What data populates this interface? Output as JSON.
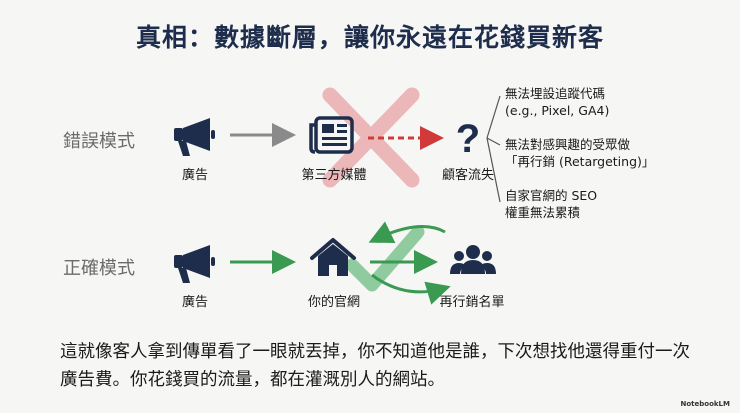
{
  "title": "真相：數據斷層，讓你永遠在花錢買新客",
  "wrong_mode": {
    "label": "錯誤模式",
    "nodes": [
      {
        "name": "ad",
        "label": "廣告",
        "icon": "megaphone-icon"
      },
      {
        "name": "third-party-media",
        "label": "第三方媒體",
        "icon": "newspaper-icon"
      },
      {
        "name": "customer-lost",
        "label": "顧客流失",
        "icon": "question-mark-icon"
      }
    ],
    "notes": [
      "無法埋設追蹤代碼\n(e.g., Pixel, GA4)",
      "無法對感興趣的受眾做\n「再行銷 (Retargeting)」",
      "自家官網的 SEO\n權重無法累積"
    ]
  },
  "right_mode": {
    "label": "正確模式",
    "nodes": [
      {
        "name": "ad",
        "label": "廣告",
        "icon": "megaphone-icon"
      },
      {
        "name": "own-website",
        "label": "你的官網",
        "icon": "house-icon"
      },
      {
        "name": "retargeting-list",
        "label": "再行銷名單",
        "icon": "people-group-icon"
      }
    ]
  },
  "bottom_text": "這就像客人拿到傳單看了一眼就丟掉，你不知道他是誰，下次想找他還得重付一次廣告費。你花錢買的流量，都在灌溉別人的網站。",
  "watermark": "NotebookLM",
  "colors": {
    "title": "#1f2d4d",
    "icon": "#1f2d4d",
    "grey_arrow": "#8a8a8a",
    "red_cross": "#e9a3a6",
    "red_arrow": "#d23a3a",
    "green": "#3a9a52",
    "green_check": "#7ec38f"
  }
}
